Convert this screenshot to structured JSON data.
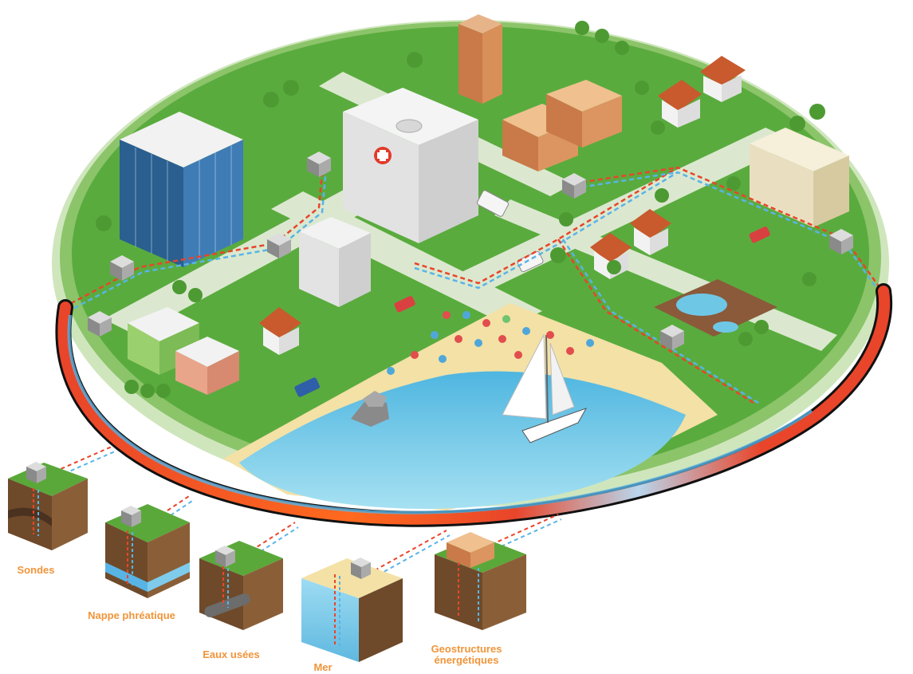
{
  "colors": {
    "label": "#f0953a",
    "hot_pipe": "#e8452a",
    "cold_pipe": "#59b4e6",
    "grass": "#55a83a",
    "grass_light": "#8cc46a",
    "road": "#dbe8cf",
    "sea": "#6fc7e6",
    "sand": "#f3e1a6",
    "ring_outline": "#111111",
    "soil": "#6e4a2a"
  },
  "sources": [
    {
      "id": "sondes",
      "label": "Sondes",
      "icon": "borehole-probe-icon"
    },
    {
      "id": "nappe",
      "label": "Nappe phréatique",
      "icon": "groundwater-icon"
    },
    {
      "id": "eaux",
      "label": "Eaux usées",
      "icon": "wastewater-pipe-icon"
    },
    {
      "id": "mer",
      "label": "Mer",
      "icon": "sea-water-icon"
    },
    {
      "id": "geo",
      "label_line1": "Geostructures",
      "label_line2": "énergétiques",
      "icon": "energy-pile-icon"
    }
  ]
}
